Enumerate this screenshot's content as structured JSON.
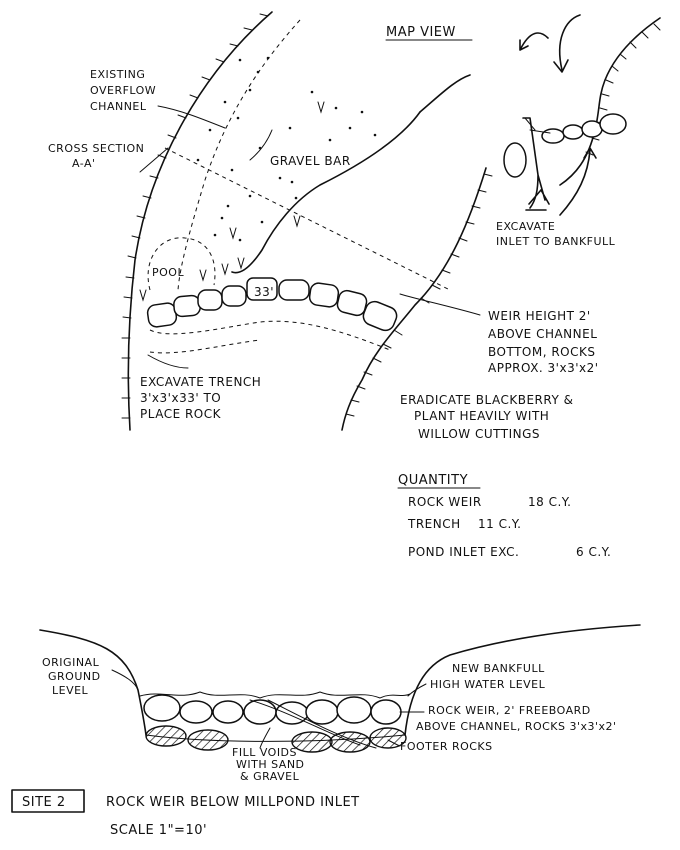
{
  "map_view_title": "MAP VIEW",
  "labels": {
    "existing_overflow": [
      "EXISTING",
      "OVERFLOW",
      "CHANNEL"
    ],
    "cross_section": [
      "CROSS SECTION",
      "A-A'"
    ],
    "gravel_bar": "GRAVEL BAR",
    "pool": "POOL",
    "weir_length": "33'",
    "excavate_inlet": [
      "EXCAVATE",
      "INLET TO BANKFULL"
    ],
    "weir_height": [
      "WEIR HEIGHT 2'",
      "ABOVE CHANNEL",
      "BOTTOM, ROCKS",
      "APPROX. 3'x3'x2'"
    ],
    "excavate_trench": [
      "EXCAVATE TRENCH",
      "3'x3'x33' TO",
      "PLACE ROCK"
    ],
    "eradicate": [
      "ERADICATE BLACKBERRY &",
      "PLANT HEAVILY WITH",
      "WILLOW CUTTINGS"
    ]
  },
  "quantity": {
    "heading": "QUANTITY",
    "rows": [
      {
        "item": "ROCK WEIR",
        "amount": "18 C.Y."
      },
      {
        "item": "TRENCH",
        "amount": "11 C.Y."
      },
      {
        "item": "POND INLET EXC.",
        "amount": "6 C.Y."
      }
    ]
  },
  "section_labels": {
    "original_ground": [
      "ORIGINAL",
      "GROUND",
      "LEVEL"
    ],
    "new_bankfull": [
      "NEW BANKFULL",
      "HIGH WATER LEVEL"
    ],
    "rock_weir": [
      "ROCK WEIR, 2' FREEBOARD",
      "ABOVE CHANNEL, ROCKS 3'x3'x2'"
    ],
    "fill_voids": [
      "FILL VOIDS",
      "WITH SAND",
      "& GRAVEL"
    ],
    "footer_rocks": "FOOTER ROCKS"
  },
  "footer": {
    "site": "SITE 2",
    "title": "ROCK WEIR BELOW MILLPOND INLET",
    "scale": "SCALE 1\"=10'"
  }
}
